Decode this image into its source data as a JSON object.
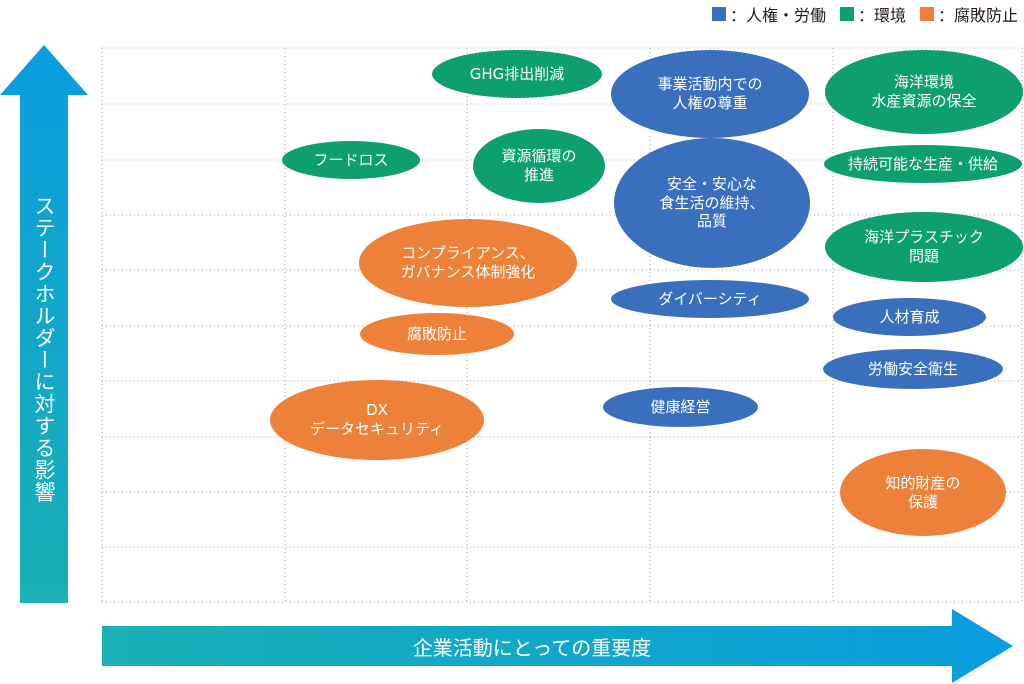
{
  "legend": {
    "items": [
      {
        "label": "：人権・労働",
        "color": "#3a6fbd"
      },
      {
        "label": "：環境",
        "color": "#0e9f6e"
      },
      {
        "label": "：腐敗防止",
        "color": "#ee8139"
      }
    ]
  },
  "axes": {
    "y_label": "ステークホルダーに対する影響",
    "x_label": "企業活動にとっての重要度"
  },
  "bubbles": [
    {
      "text": "GHG排出削減",
      "category": "環境"
    },
    {
      "text": "事業活動内での\n人権の尊重",
      "category": "人権・労働"
    },
    {
      "text": "海洋環境\n水産資源の保全",
      "category": "環境"
    },
    {
      "text": "フードロス",
      "category": "環境"
    },
    {
      "text": "資源循環の\n推進",
      "category": "環境"
    },
    {
      "text": "持続可能な生産・供給",
      "category": "環境"
    },
    {
      "text": "安全・安心な\n食生活の維持、\n品質",
      "category": "人権・労働"
    },
    {
      "text": "海洋プラスチック\n問題",
      "category": "環境"
    },
    {
      "text": "コンプライアンス、\nガバナンス体制強化",
      "category": "腐敗防止"
    },
    {
      "text": "ダイバーシティ",
      "category": "人権・労働"
    },
    {
      "text": "人材育成",
      "category": "人権・労働"
    },
    {
      "text": "腐敗防止",
      "category": "腐敗防止"
    },
    {
      "text": "労働安全衛生",
      "category": "人権・労働"
    },
    {
      "text": "DX\nデータセキュリティ",
      "category": "腐敗防止"
    },
    {
      "text": "健康経営",
      "category": "人権・労働"
    },
    {
      "text": "知的財産の\n保護",
      "category": "腐敗防止"
    }
  ]
}
